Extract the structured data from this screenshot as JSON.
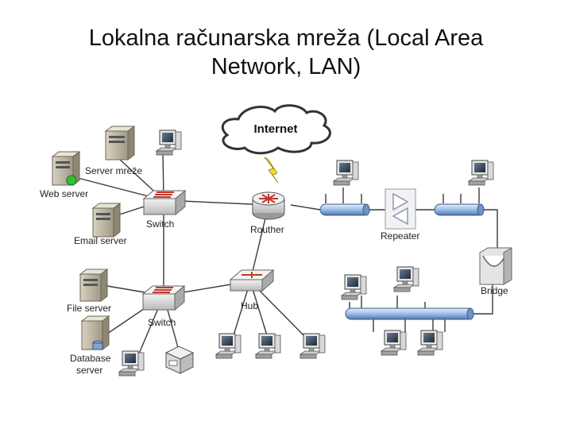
{
  "title": "Lokalna računarska mreža (Local Area\nNetwork, LAN)",
  "labels": {
    "internet": "Internet",
    "server_mreze": "Server mreže",
    "web_server": "Web  server",
    "email_server": "Email server",
    "file_server": "File server",
    "database_server_line1": "Database",
    "database_server_line2": "server",
    "switch_top": "Switch",
    "switch_bottom": "Switch",
    "router": "Routher",
    "hub": "Hub",
    "repeater": "Repeater",
    "bridge": "Bridge"
  },
  "colors": {
    "link_line": "#3a3a3a",
    "bus_fill": "#a8c4e6",
    "bus_stroke": "#3b5b8a",
    "lightning": "#f2e21c",
    "status_light": "#2fbf3a"
  }
}
